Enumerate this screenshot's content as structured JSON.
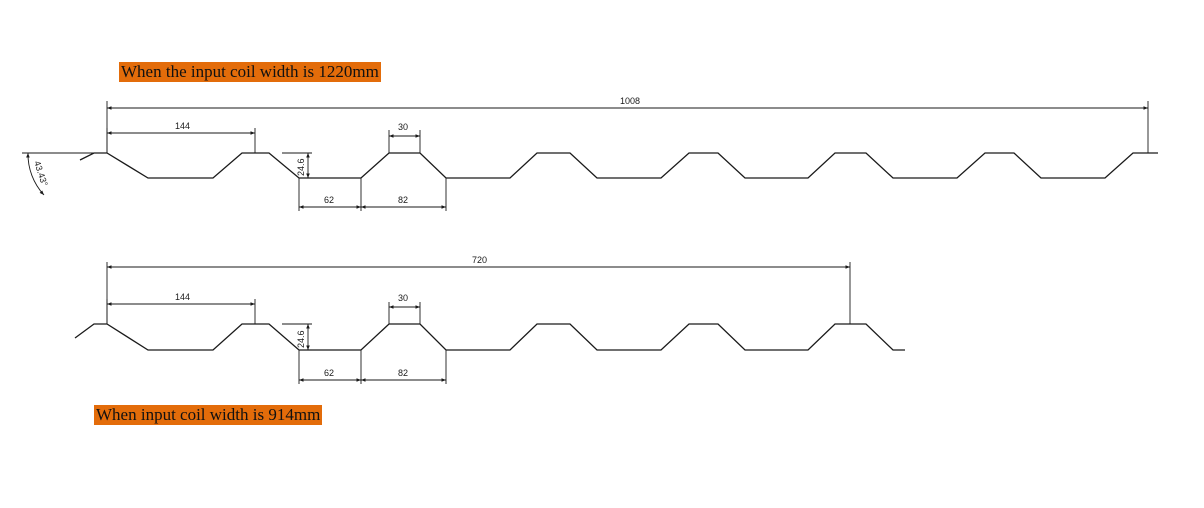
{
  "captions": {
    "top": "When the input coil width is 1220mm",
    "bottom": "When input coil width is 914mm"
  },
  "profile_1220": {
    "overall_width": "1008",
    "pitch": "144",
    "crest_width": "30",
    "height": "24.6",
    "trough_width": "62",
    "web_span": "82",
    "angle": "43.43°"
  },
  "profile_914": {
    "overall_width": "720",
    "pitch": "144",
    "crest_width": "30",
    "height": "24.6",
    "trough_width": "62",
    "web_span": "82"
  },
  "colors": {
    "caption_bg": "#e36c0a",
    "line": "#1a1a1a"
  }
}
